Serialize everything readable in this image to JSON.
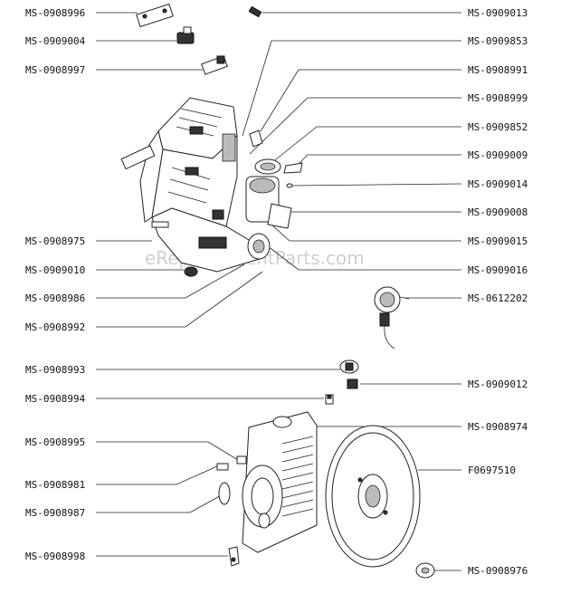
{
  "watermark": "eReplacementParts.com",
  "labels_left": [
    "MS-0908996",
    "MS-0909004",
    "MS-0908997",
    "MS-0908975",
    "MS-0909010",
    "MS-0908986",
    "MS-0908992",
    "MS-0908993",
    "MS-0908994",
    "MS-0908995",
    "MS-0908981",
    "MS-0908987",
    "MS-0908998"
  ],
  "labels_right": [
    "MS-0909013",
    "MS-0909853",
    "MS-0908991",
    "MS-0908999",
    "MS-0909852",
    "MS-0909009",
    "MS-0909014",
    "MS-0909008",
    "MS-0909015",
    "MS-0909016",
    "MS-0612202",
    "MS-0909012",
    "MS-0908974",
    "F0697510",
    "MS-0908976"
  ]
}
